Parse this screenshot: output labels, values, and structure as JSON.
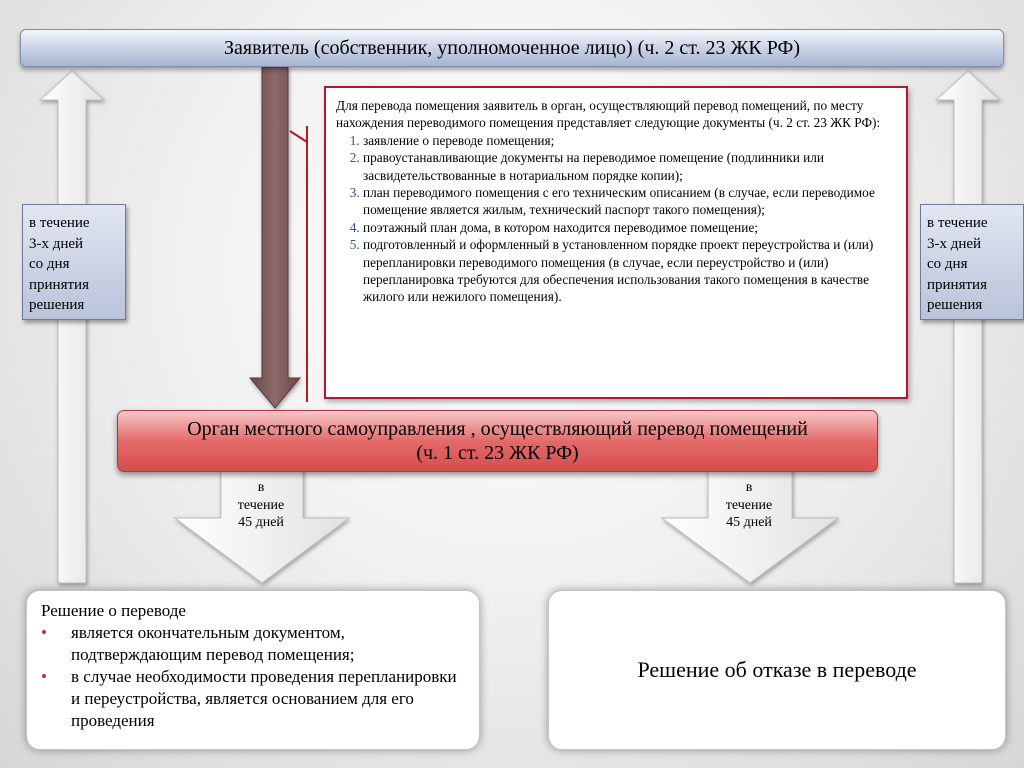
{
  "applicant": {
    "text": "Заявитель (собственник, уполномоченное лицо) (ч. 2 ст. 23 ЖК РФ)"
  },
  "documents": {
    "intro": "Для перевода помещения заявитель в орган, осуществляющий перевод помещений, по месту нахождения переводимого помещения представляет следующие документы (ч. 2 ст. 23 ЖК РФ):",
    "items": [
      "заявление о переводе помещения;",
      "правоустанавливающие документы на переводимое помещение (подлинники или засвидетельствованные в нотариальном порядке копии);",
      "план переводимого помещения с его техническим описанием (в случае, если переводимое помещение является жилым, технический паспорт такого помещения);",
      "поэтажный план дома, в котором находится переводимое помещение;",
      "подготовленный и оформленный в установленном порядке проект переустройства и (или) перепланировки переводимого помещения (в случае, если переустройство и (или) перепланировка требуются для обеспечения использования такого помещения в качестве жилого или нежилого помещения)."
    ]
  },
  "notify_period": {
    "left": [
      "в течение",
      "3-х дней",
      "со дня",
      "принятия",
      "решения"
    ],
    "right": [
      "в течение",
      "3-х дней",
      "со дня",
      "принятия",
      "решения"
    ]
  },
  "organ": {
    "line1": "Орган местного самоуправления , осуществляющий перевод помещений",
    "line2": "(ч. 1 ст. 23 ЖК РФ)"
  },
  "decision_period": {
    "left": [
      "в",
      "течение",
      "45 дней"
    ],
    "right": [
      "в",
      "течение",
      "45 дней"
    ]
  },
  "result_approve": {
    "title": "Решение о переводе",
    "bullets": [
      "является окончательным документом, подтверждающим перевод помещения;",
      "в случае необходимости проведения перепланировки и переустройства, является основанием для его проведения"
    ]
  },
  "result_deny": {
    "text": "Решение об отказе в переводе"
  },
  "colors": {
    "applicant_bar": "#b8c4dc",
    "organ_bar": "#e05d5d",
    "docs_border": "#b5172e",
    "submit_arrow": "#7b5555",
    "bullet": "#c0283f",
    "list_number": "#3a4f8c"
  }
}
